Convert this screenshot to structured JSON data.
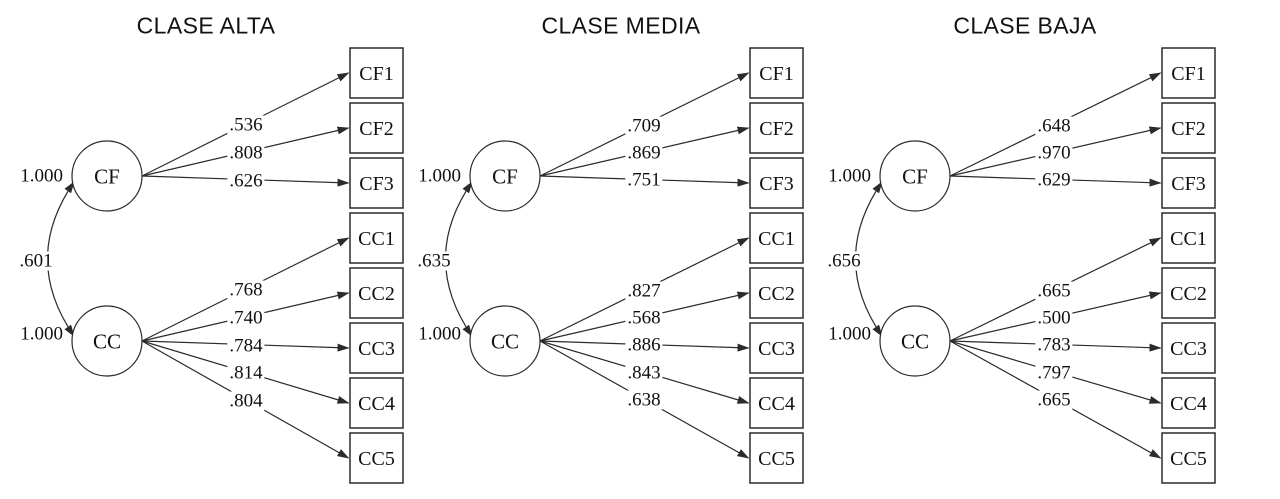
{
  "figure": {
    "type": "sem-path-diagram",
    "background": "#ffffff",
    "stroke_color": "#2b2b2b",
    "text_color": "#111111"
  },
  "diagrams": [
    {
      "title": "CLASE ALTA",
      "correlation": ".601",
      "factors": [
        {
          "label": "CF",
          "variance": "1.000",
          "indicators": [
            {
              "label": "CF1",
              "loading": ".536"
            },
            {
              "label": "CF2",
              "loading": ".808"
            },
            {
              "label": "CF3",
              "loading": ".626"
            }
          ]
        },
        {
          "label": "CC",
          "variance": "1.000",
          "indicators": [
            {
              "label": "CC1",
              "loading": ".768"
            },
            {
              "label": "CC2",
              "loading": ".740"
            },
            {
              "label": "CC3",
              "loading": ".784"
            },
            {
              "label": "CC4",
              "loading": ".814"
            },
            {
              "label": "CC5",
              "loading": ".804"
            }
          ]
        }
      ]
    },
    {
      "title": "CLASE MEDIA",
      "correlation": ".635",
      "factors": [
        {
          "label": "CF",
          "variance": "1.000",
          "indicators": [
            {
              "label": "CF1",
              "loading": ".709"
            },
            {
              "label": "CF2",
              "loading": ".869"
            },
            {
              "label": "CF3",
              "loading": ".751"
            }
          ]
        },
        {
          "label": "CC",
          "variance": "1.000",
          "indicators": [
            {
              "label": "CC1",
              "loading": ".827"
            },
            {
              "label": "CC2",
              "loading": ".568"
            },
            {
              "label": "CC3",
              "loading": ".886"
            },
            {
              "label": "CC4",
              "loading": ".843"
            },
            {
              "label": "CC5",
              "loading": ".638"
            }
          ]
        }
      ]
    },
    {
      "title": "CLASE BAJA",
      "correlation": ".656",
      "factors": [
        {
          "label": "CF",
          "variance": "1.000",
          "indicators": [
            {
              "label": "CF1",
              "loading": ".648"
            },
            {
              "label": "CF2",
              "loading": ".970"
            },
            {
              "label": "CF3",
              "loading": ".629"
            }
          ]
        },
        {
          "label": "CC",
          "variance": "1.000",
          "indicators": [
            {
              "label": "CC1",
              "loading": ".665"
            },
            {
              "label": "CC2",
              "loading": ".500"
            },
            {
              "label": "CC3",
              "loading": ".783"
            },
            {
              "label": "CC4",
              "loading": ".797"
            },
            {
              "label": "CC5",
              "loading": ".665"
            }
          ]
        }
      ]
    }
  ]
}
